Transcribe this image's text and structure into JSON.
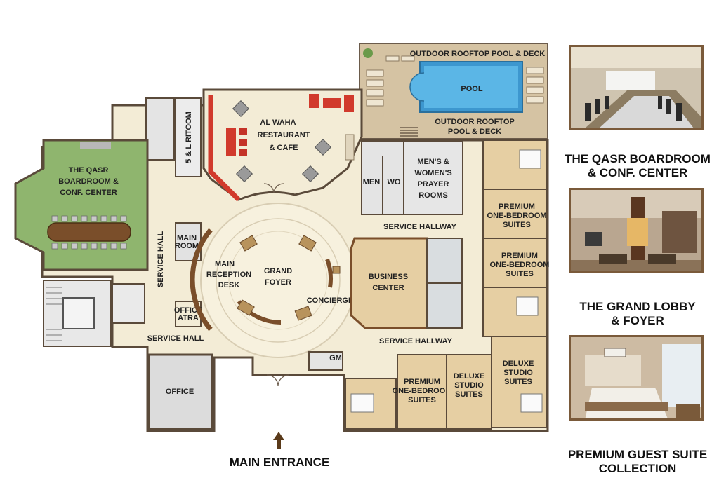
{
  "plan": {
    "entrance": "MAIN ENTRANCE",
    "rooms": {
      "pool_deck_top": "OUTDOOR ROOFTOP POOL & DECK",
      "pool": "POOL",
      "pool_deck_1": "OUTDOOR ROOFTOP",
      "pool_deck_2": "POOL & DECK",
      "restaurant_1": "AL WAHA",
      "restaurant_2": "RESTAURANT",
      "restaurant_3": "& CAFE",
      "kitchen": "5 & L RITOOM",
      "boardroom_1": "THE QASR",
      "boardroom_2": "BOARDROOM &",
      "boardroom_3": "CONF. CENTER",
      "service_hall_v": "SERVICE HALL",
      "service_hall_h": "SERVICE HALL",
      "main_room_1": "MAIN",
      "main_room_2": "ROOM",
      "office_atra_1": "OFFICE",
      "office_atra_2": "ATRA",
      "office": "OFFICE",
      "reception_1": "MAIN",
      "reception_2": "RECEPTION",
      "reception_3": "DESK",
      "foyer_1": "GRAND",
      "foyer_2": "FOYER",
      "concierge": "CONCIERGE",
      "business_1": "BUSINESS",
      "business_2": "CENTER",
      "men": "MEN",
      "wo": "WO",
      "prayer_1": "MEN'S &",
      "prayer_2": "WOMEN'S",
      "prayer_3": "PRAYER",
      "prayer_4": "ROOMS",
      "service_hallway_1": "SERVICE HALLWAY",
      "service_hallway_2": "SERVICE HALLWAY",
      "premium_a_1": "PREMIUM",
      "premium_a_2": "ONE-BEDROOM",
      "premium_a_3": "SUITES",
      "premium_b_1": "PREMIUM",
      "premium_b_2": "ONE-BEDROOM",
      "premium_b_3": "SUITES",
      "premium_c_1": "PREMIUM",
      "premium_c_2": "ONE-BEDROOM",
      "premium_c_3": "SUITES",
      "studio_a_1": "DELUXE",
      "studio_a_2": "STUDIO",
      "studio_a_3": "SUITES",
      "studio_b_1": "DELUXE",
      "studio_b_2": "STUDIO",
      "studio_b_3": "SUITES",
      "gm": "GM"
    }
  },
  "gallery": [
    {
      "caption_1": "THE QASR BOARDROOM",
      "caption_2": "& CONF. CENTER",
      "photo_icon": "boardroom-photo"
    },
    {
      "caption_1": "THE GRAND LOBBY",
      "caption_2": "& FOYER",
      "photo_icon": "lobby-photo"
    },
    {
      "caption_1": "PREMIUM GUEST SUITE",
      "caption_2": "COLLECTION",
      "photo_icon": "suite-photo"
    }
  ],
  "colors": {
    "floor": "#f3ecd6",
    "room_tan": "#e6cfa3",
    "boardroom_green": "#8fb56e",
    "deck": "#d5c3a3",
    "pool": "#4aa8dc",
    "wall": "#5a4a3a",
    "accent_red": "#d13a2c",
    "grey_room": "#dddddd"
  }
}
